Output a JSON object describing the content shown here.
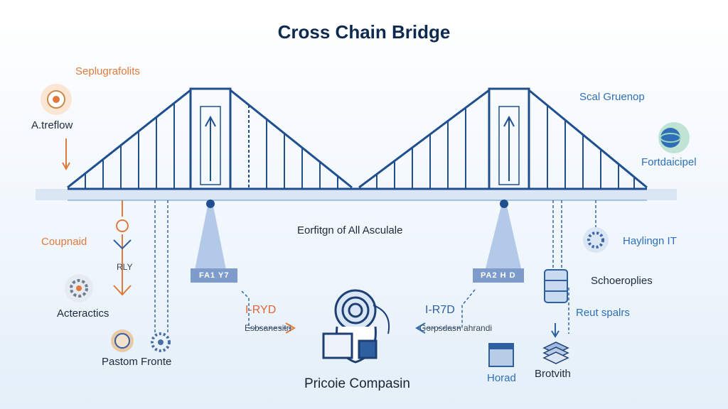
{
  "title": "Cross Chain Bridge",
  "left_labels": {
    "top": "Seplugrafolits",
    "flow": "A.treflow",
    "mid": "Coupnaid",
    "bottom": "Acteractics",
    "footer": "Pastom Fronte"
  },
  "right_labels": {
    "top": "Scal Gruenop",
    "flow": "Fortdaicipel",
    "mid": "Haylingn IT",
    "scheme": "Schoeroplies",
    "result": "Reut spalrs",
    "horad": "Horad",
    "brotvith": "Brotvith"
  },
  "center": {
    "caption": "Eorfitgn of All Asculale",
    "bottom": "Pricoie Compasin"
  },
  "left_pylon": {
    "tag": "FA1 Y7",
    "code": "I-RYD",
    "note": "Esbsanesitri"
  },
  "right_pylon": {
    "tag": "PA2 H D",
    "code": "I-R7D",
    "note": "Gorpsdasn ahrandi"
  },
  "small_tag": "RLY",
  "colors": {
    "bridge": "#1f4f8f",
    "orange": "#e07a3c",
    "blue_label": "#2e6fb8",
    "deck": "#c9d8ec"
  }
}
